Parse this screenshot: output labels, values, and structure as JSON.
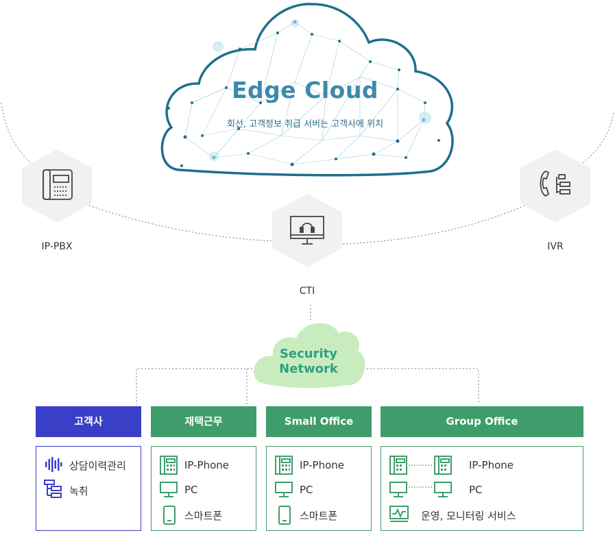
{
  "cloud": {
    "title": "Edge Cloud",
    "subtitle": "회선, 고객정보 취급 서버는 고객사에 위치"
  },
  "nodes": {
    "ipbx": {
      "label": "IP-PBX",
      "icon": "desk-phone-icon"
    },
    "cti": {
      "label": "CTI",
      "icon": "monitor-headset-icon"
    },
    "ivr": {
      "label": "IVR",
      "icon": "phone-tree-icon"
    }
  },
  "security": {
    "line1": "Security",
    "line2": "Network"
  },
  "groups": {
    "customer": {
      "header": "고객사",
      "items": [
        {
          "label": "상담이력관리",
          "icon": "soundwave-icon"
        },
        {
          "label": "녹취",
          "icon": "tree-icon"
        }
      ]
    },
    "home": {
      "header": "재택근무",
      "items": [
        {
          "label": "IP-Phone",
          "icon": "ip-phone-icon"
        },
        {
          "label": "PC",
          "icon": "pc-icon"
        },
        {
          "label": "스마트폰",
          "icon": "smartphone-icon"
        }
      ]
    },
    "small": {
      "header": "Small Office",
      "items": [
        {
          "label": "IP-Phone",
          "icon": "ip-phone-icon"
        },
        {
          "label": "PC",
          "icon": "pc-icon"
        },
        {
          "label": "스마트폰",
          "icon": "smartphone-icon"
        }
      ]
    },
    "group": {
      "header": "Group Office",
      "items": [
        {
          "label": "IP-Phone",
          "icon": "ip-phone-pair-icon"
        },
        {
          "label": "PC",
          "icon": "pc-pair-icon"
        },
        {
          "label": "운영, 모니터링 서비스",
          "icon": "monitoring-icon"
        }
      ]
    }
  },
  "colors": {
    "cloud": "#1f6f8b",
    "blue": "#3a3fc8",
    "green": "#3e9d6b",
    "security": "#c8ecbe"
  }
}
